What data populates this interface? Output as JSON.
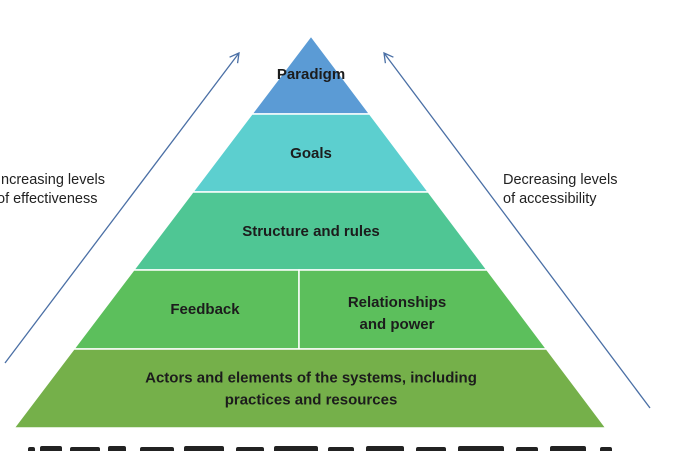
{
  "diagram": {
    "left_axis": {
      "lines": [
        "Increasing levels",
        "of effectiveness"
      ],
      "arrow_color": "#4a6fa5"
    },
    "right_axis": {
      "lines": [
        "Decreasing levels",
        "of accessibility"
      ],
      "arrow_color": "#4a6fa5"
    },
    "pyramid": {
      "outline_color": "#ffffff",
      "levels": [
        {
          "label_lines": [
            "Paradigm"
          ],
          "color": "#5b9bd5"
        },
        {
          "label_lines": [
            "Goals"
          ],
          "color": "#5ccfcf"
        },
        {
          "label_lines": [
            "Structure and rules"
          ],
          "color": "#4fc694"
        },
        {
          "cells": [
            {
              "label_lines": [
                "Feedback"
              ],
              "color": "#5cbf5c"
            },
            {
              "label_lines": [
                "Relationships",
                "and power"
              ],
              "color": "#5cbf5c"
            }
          ]
        },
        {
          "label_lines": [
            "Actors and elements of the systems, including",
            "practices and resources"
          ],
          "color": "#75b04a"
        }
      ]
    }
  }
}
